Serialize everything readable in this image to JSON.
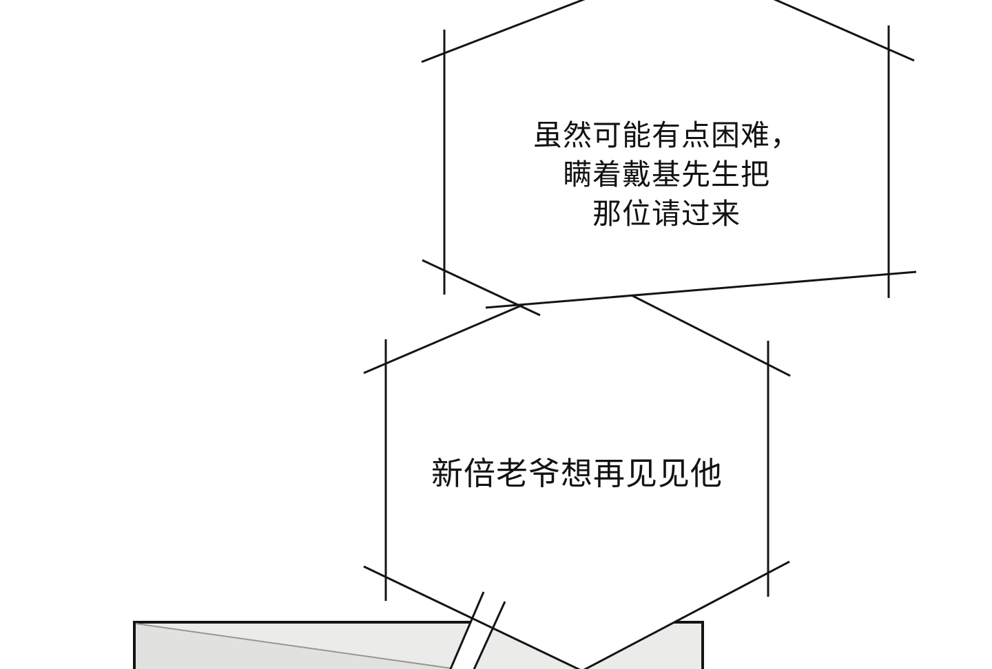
{
  "comic": {
    "bubble_top": {
      "lines": {
        "0": "虽然可能有点困难，",
        "1": "瞒着戴基先生把",
        "2": "那位请过来"
      }
    },
    "bubble_bottom": {
      "lines": {
        "0": "新倍老爷想再见见他"
      }
    }
  },
  "colors": {
    "line": "#141414",
    "bubble_fill": "#ffffff",
    "panel_fill": "#ebebe9",
    "panel_shade": "#e1e1df",
    "background": "#ffffff"
  }
}
